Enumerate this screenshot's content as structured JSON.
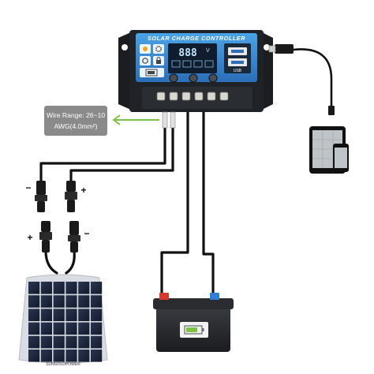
{
  "controller": {
    "title": "SOLAR CHARGE CONTROLLER",
    "lcd_readout": "888",
    "lcd_unit": "V",
    "usb_label": "USB",
    "body_color": "#1f2226",
    "panel_color": "#3d8fd6"
  },
  "callout": {
    "line1": "Wire Range: 26~10",
    "line2": "AWG(4.0mm²)",
    "arrow_color": "#7cc242"
  },
  "connectors": {
    "upper_minus": "−",
    "upper_plus": "+",
    "lower_plus": "+",
    "lower_minus": "−"
  },
  "solar_panel": {
    "brand": "SUNGOLDPOWER",
    "rows": 6,
    "cols": 6
  },
  "battery": {
    "terminal_negative_color": "#d63a2f",
    "terminal_positive_color": "#2f7fd6"
  },
  "icons": [
    "usb-cable-icon",
    "tablet-icon",
    "phone-icon"
  ]
}
